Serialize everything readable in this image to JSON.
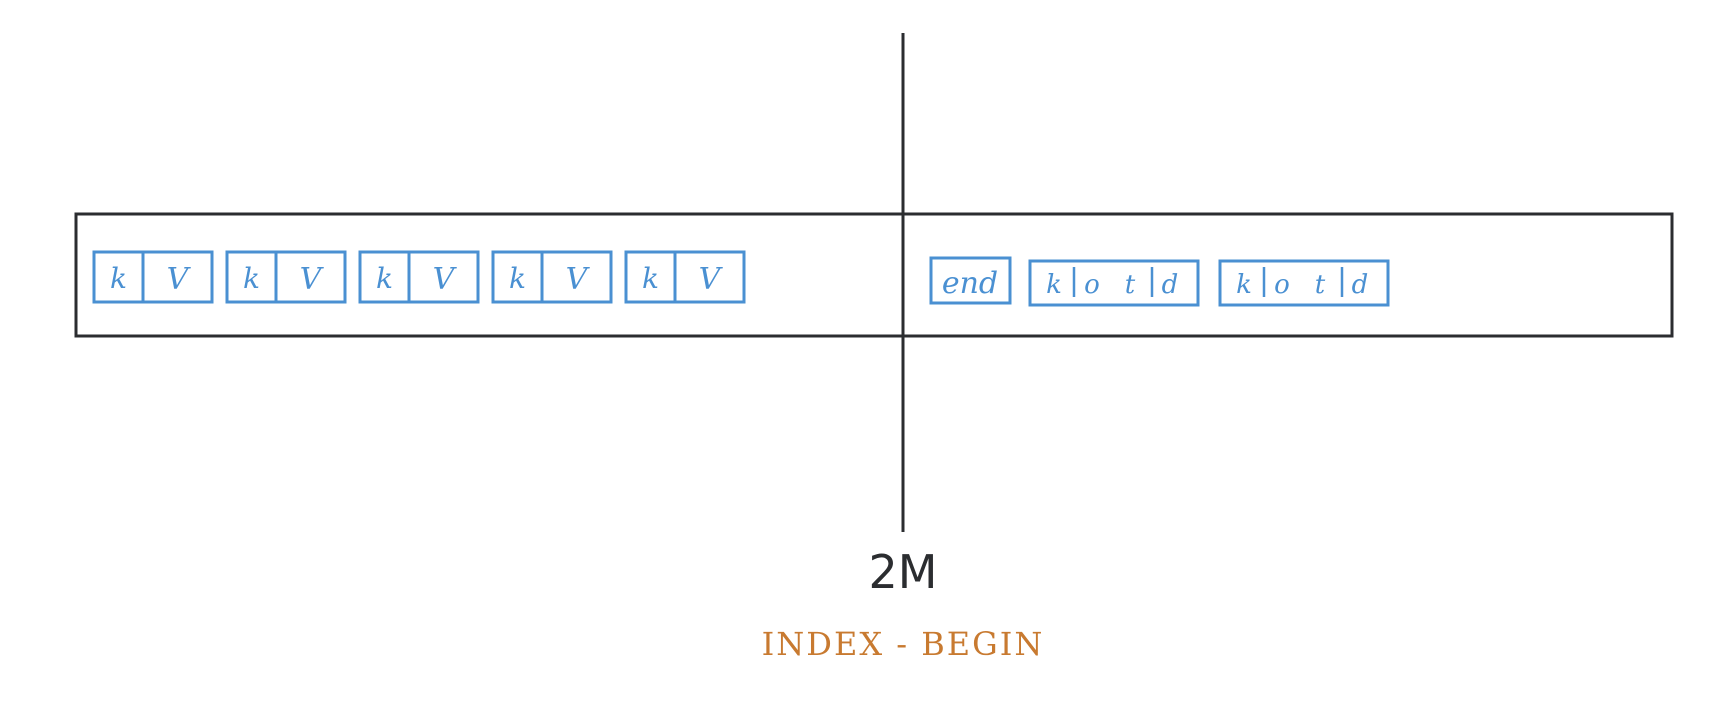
{
  "colors": {
    "frame": "#2b2d30",
    "cell": "#4a90d2",
    "boundary_label": "#2b2d30",
    "index_label": "#c87a30",
    "background": "#ffffff"
  },
  "left_region": {
    "entries": [
      {
        "k": "k",
        "v": "V"
      },
      {
        "k": "k",
        "v": "V"
      },
      {
        "k": "k",
        "v": "V"
      },
      {
        "k": "k",
        "v": "V"
      },
      {
        "k": "k",
        "v": "V"
      }
    ]
  },
  "right_region": {
    "end_marker": "end",
    "index_entries": [
      {
        "fields": [
          "k",
          "o",
          "t",
          "d"
        ]
      },
      {
        "fields": [
          "k",
          "o",
          "t",
          "d"
        ]
      }
    ]
  },
  "boundary": {
    "label": "2M",
    "sublabel": "INDEX - BEGIN"
  }
}
